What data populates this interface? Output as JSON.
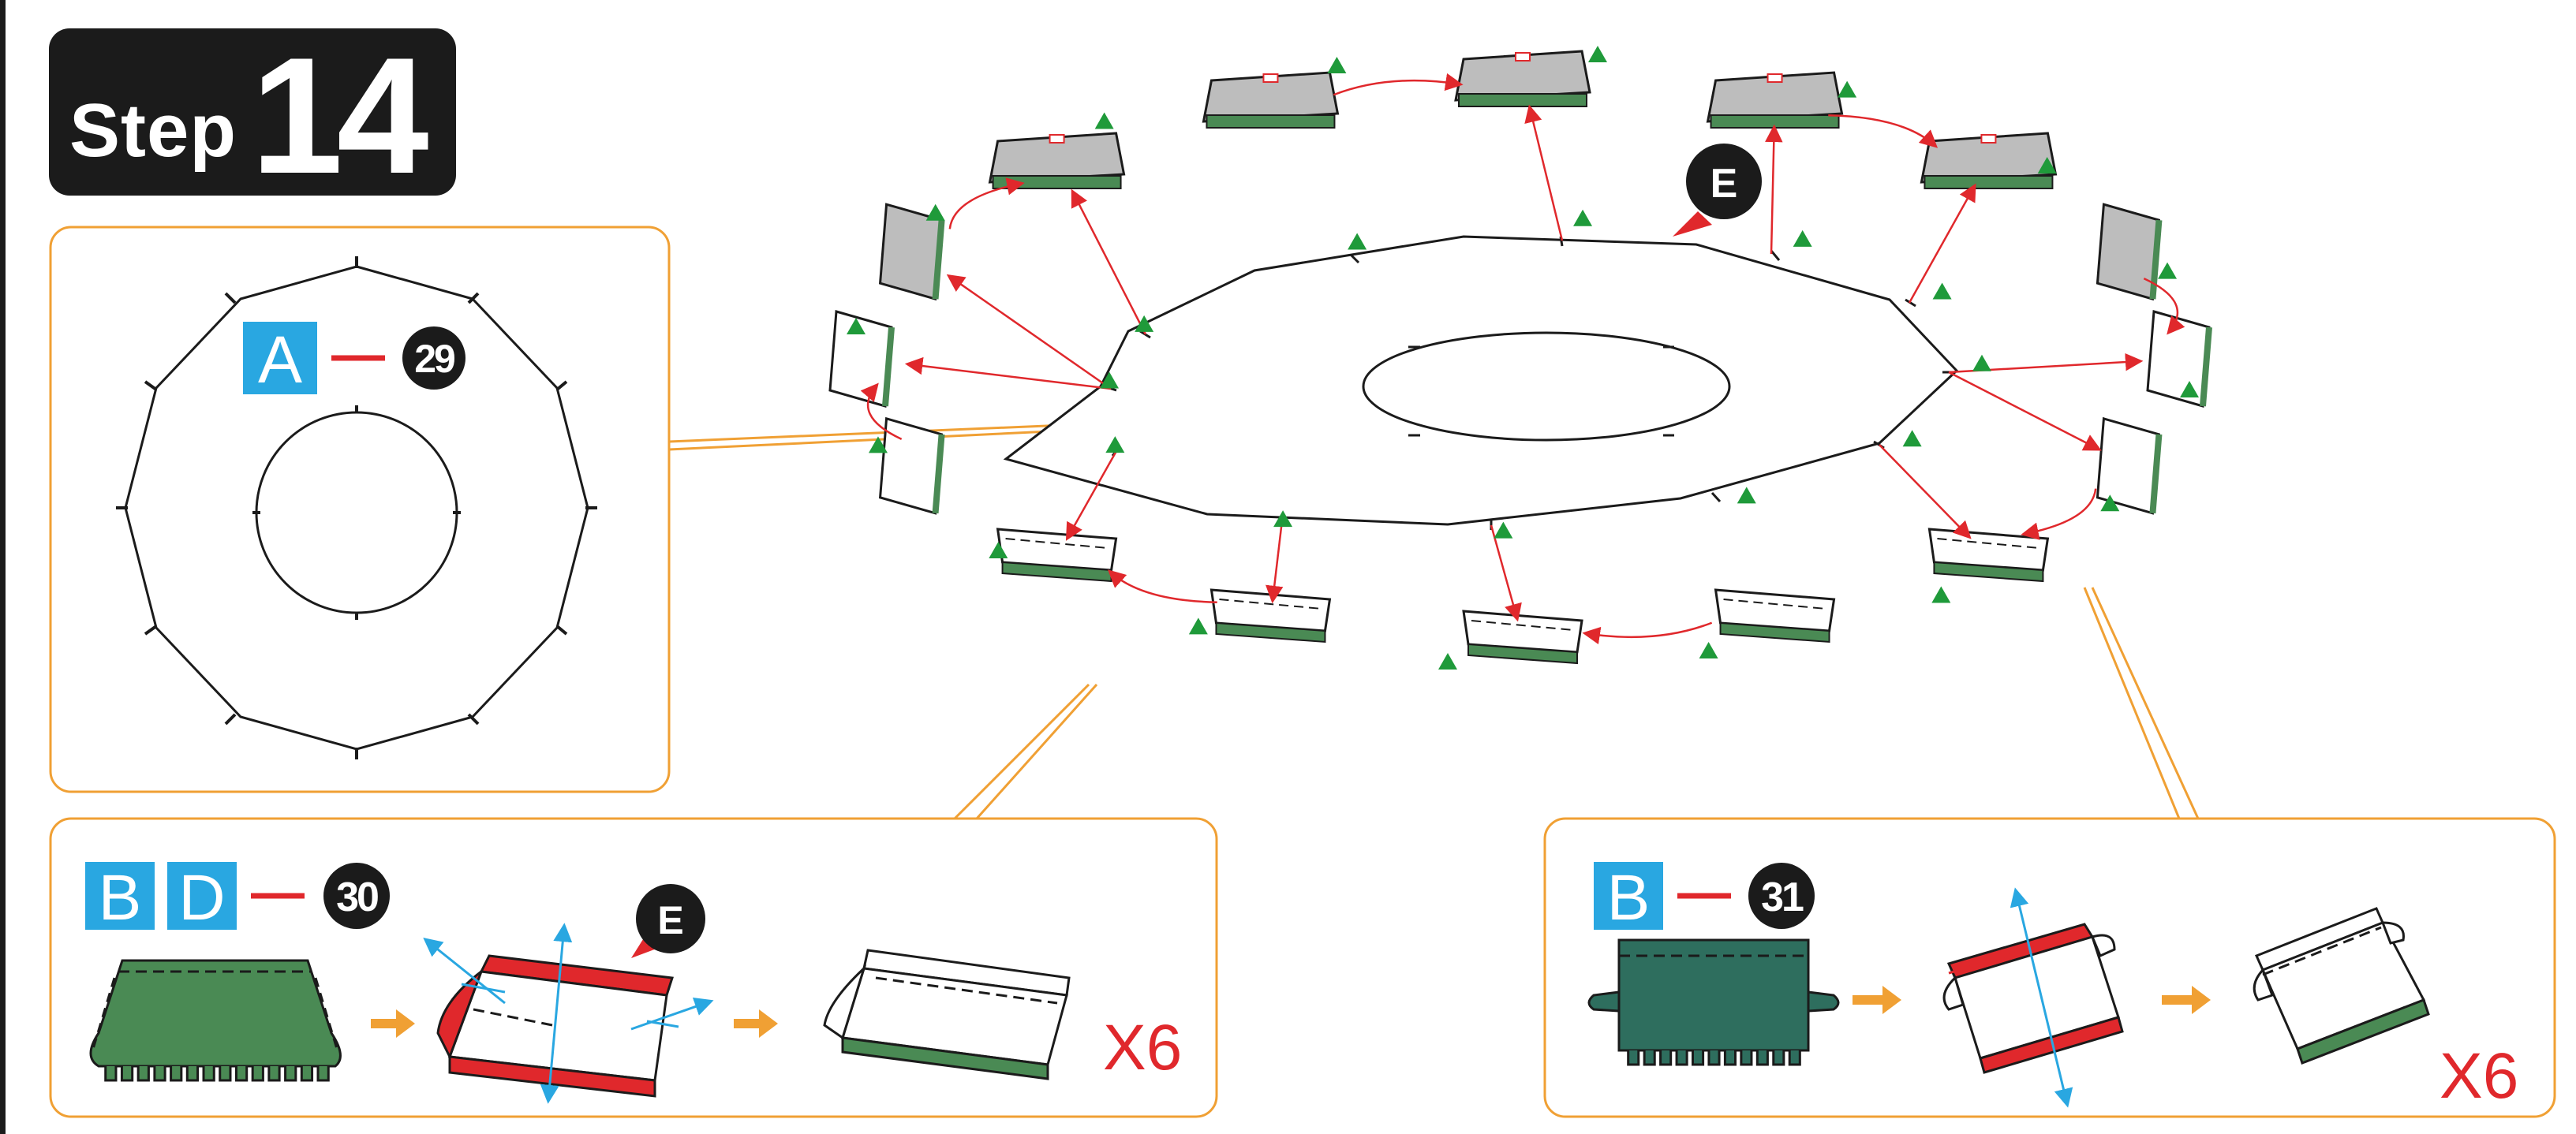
{
  "step": {
    "label": "Step",
    "number": "14"
  },
  "colors": {
    "accent_orange": "#f0a034",
    "arrow_red": "#e0282c",
    "part_green": "#4a8a54",
    "part_teal": "#2e6e5e",
    "label_blue": "#29a7e1",
    "marker_green": "#1f9a3a",
    "outline": "#1b1b1b"
  },
  "main_assembly": {
    "piece_count": 16,
    "center_label": "E"
  },
  "callout_a": {
    "letter": "A",
    "number": "29"
  },
  "callout_bd": {
    "letter_1": "B",
    "letter_2": "D",
    "number": "30",
    "badge": "E",
    "multiplier": "X6"
  },
  "callout_b": {
    "letter": "B",
    "number": "31",
    "multiplier": "X6"
  }
}
